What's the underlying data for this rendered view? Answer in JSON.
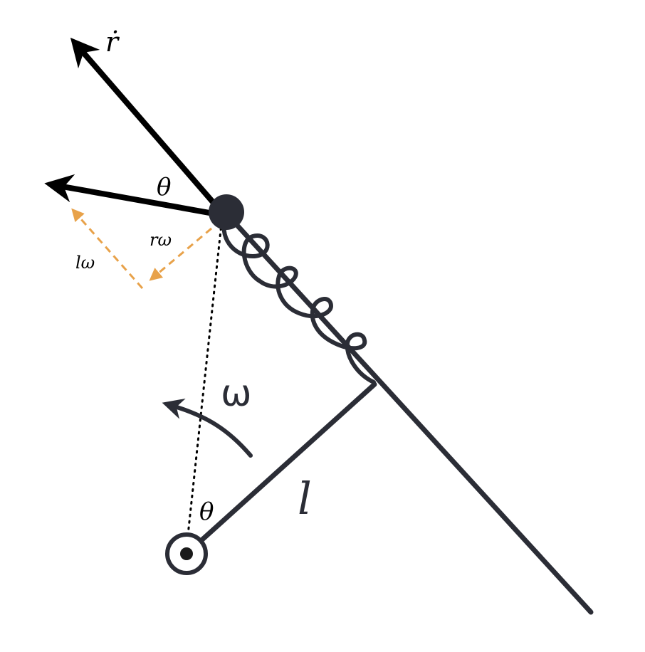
{
  "labels": {
    "r_dot": "ṙ",
    "theta_top": "θ",
    "r_omega": "rω",
    "l_omega": "lω",
    "omega": "ω",
    "l": "l",
    "theta_bottom": "θ"
  },
  "colors": {
    "ink": "#2b2d36",
    "black": "#000000",
    "orange": "#e8a24a"
  }
}
